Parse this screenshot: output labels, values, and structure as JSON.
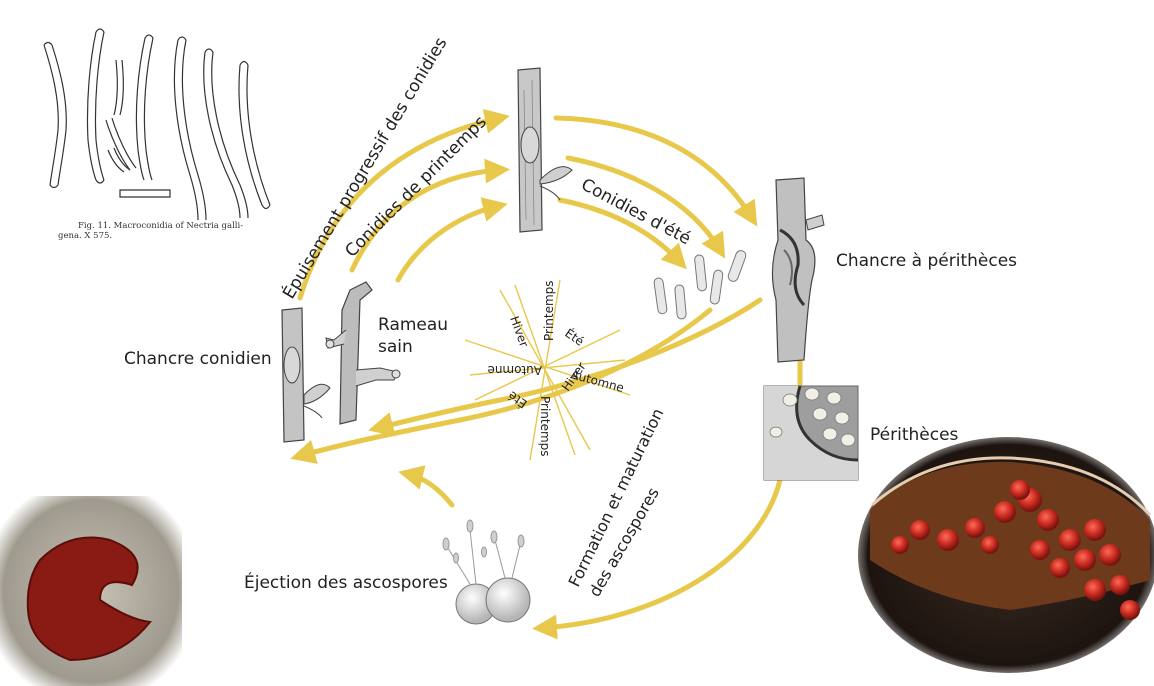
{
  "figure_caption": {
    "line1": "Fig. 11.  Macroconidia of Nectria galli-",
    "line2": "gena.  X 575."
  },
  "labels": {
    "epuisement": "Épuisement progressif des conidies",
    "conidies_printemps": "Conidies de printemps",
    "conidies_ete": "Conidies d'été",
    "chancre_perithèces": "Chancre à périthèces",
    "rameau_line1": "Rameau",
    "rameau_line2": "sain",
    "chancre_conidien": "Chancre conidien",
    "perithèces": "Périthèces",
    "formation_line1": "Formation et maturation",
    "formation_line2": "des ascospores",
    "ejection": "Éjection des ascospores"
  },
  "season_wheel": {
    "printemps_top": "Printemps",
    "hiver_top": "Hiver",
    "ete_top": "Été",
    "automne_left": "Automne",
    "automne_right": "Automne",
    "hiver_right": "Hiver",
    "ete_bottom": "Été",
    "printemps_bottom": "Printemps"
  },
  "colors": {
    "arrow": "#e8c84a",
    "bark": "#bdbdbd",
    "spore_red": "#b81f1f",
    "canker_red": "#8a1a14"
  }
}
